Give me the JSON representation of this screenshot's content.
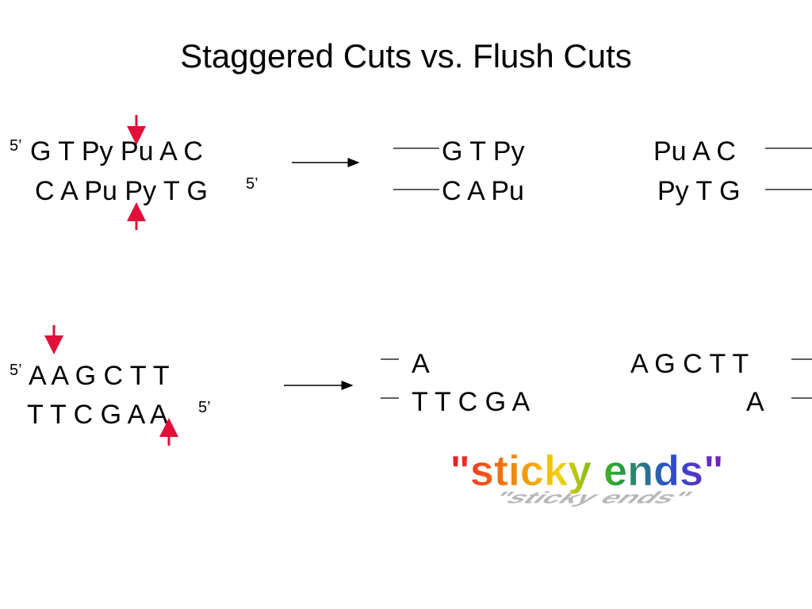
{
  "title": "Staggered Cuts vs. Flush Cuts",
  "colors": {
    "cut_arrow": "#e0103a",
    "text": "#000000"
  },
  "example1": {
    "five_prime_top": "5’",
    "top_strand": "G T Py Pu A C",
    "bottom_strand": "C A Pu Py T G",
    "five_prime_bottom": "5’",
    "left_fragment_top": "G T Py",
    "left_fragment_bottom": "C A Pu",
    "right_fragment_top": "Pu A C",
    "right_fragment_bottom": "Py T G"
  },
  "example2": {
    "five_prime_top": "5’",
    "top_strand": "A A G C T T",
    "bottom_strand": "T T C G A A",
    "five_prime_bottom": "5’",
    "left_fragment_top": "A",
    "left_fragment_bottom": "T T C G A",
    "right_fragment_top": "A G C T T",
    "right_fragment_bottom": "A"
  },
  "sticky_label": "\"sticky ends\""
}
